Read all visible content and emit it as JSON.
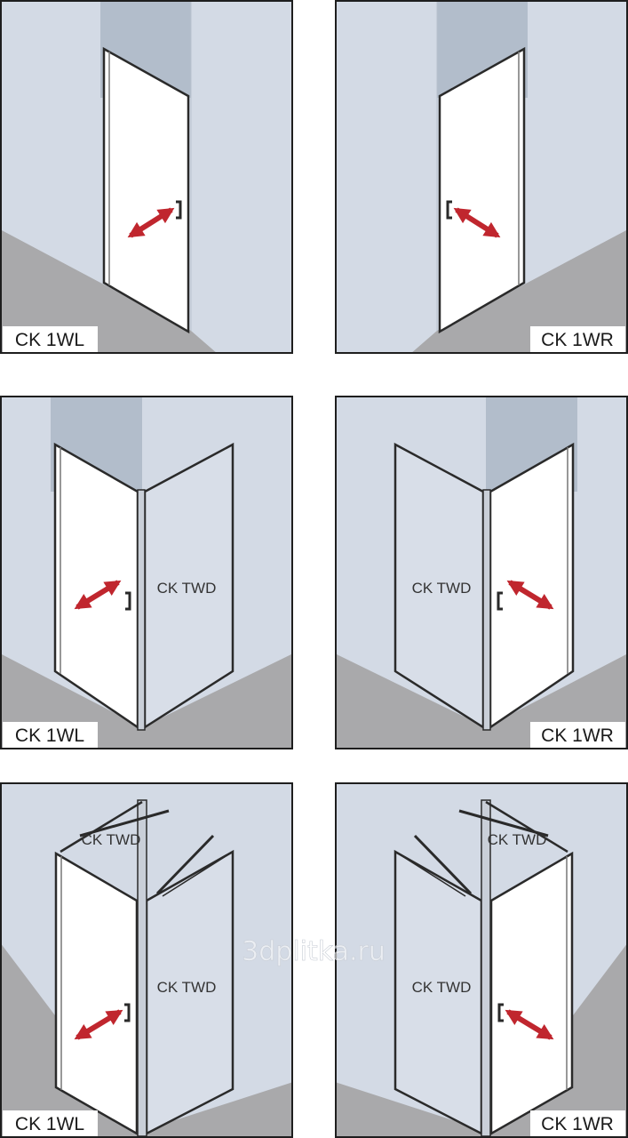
{
  "title": "Shower door configurations",
  "colors": {
    "wall": "#d3dae5",
    "column": "#b2bdcb",
    "floor": "#a9a9ab",
    "glass_door": "#ffffff",
    "glass_panel": "#d8dee8",
    "frame": "#2a2a2a",
    "arrow": "#c0262e",
    "border": "#1e1e1e"
  },
  "panels": [
    {
      "label": "CK 1WL",
      "type": "door-only",
      "side": "left",
      "icon": "swing-arrow-icon"
    },
    {
      "label": "CK 1WR",
      "type": "door-only",
      "side": "right",
      "icon": "swing-arrow-icon"
    },
    {
      "label": "CK 1WL",
      "type": "door-with-side-panel",
      "side": "left",
      "side_panel_label": "CK TWD"
    },
    {
      "label": "CK 1WR",
      "type": "door-with-side-panel",
      "side": "right",
      "side_panel_label": "CK TWD"
    },
    {
      "label": "CK 1WL",
      "type": "freestanding",
      "side": "left",
      "side_panel_label": "CK TWD",
      "top_label": "CK TWD"
    },
    {
      "label": "CK 1WR",
      "type": "freestanding",
      "side": "right",
      "side_panel_label": "CK TWD",
      "top_label": "CK TWD"
    }
  ],
  "watermark": "3dplitka.ru"
}
